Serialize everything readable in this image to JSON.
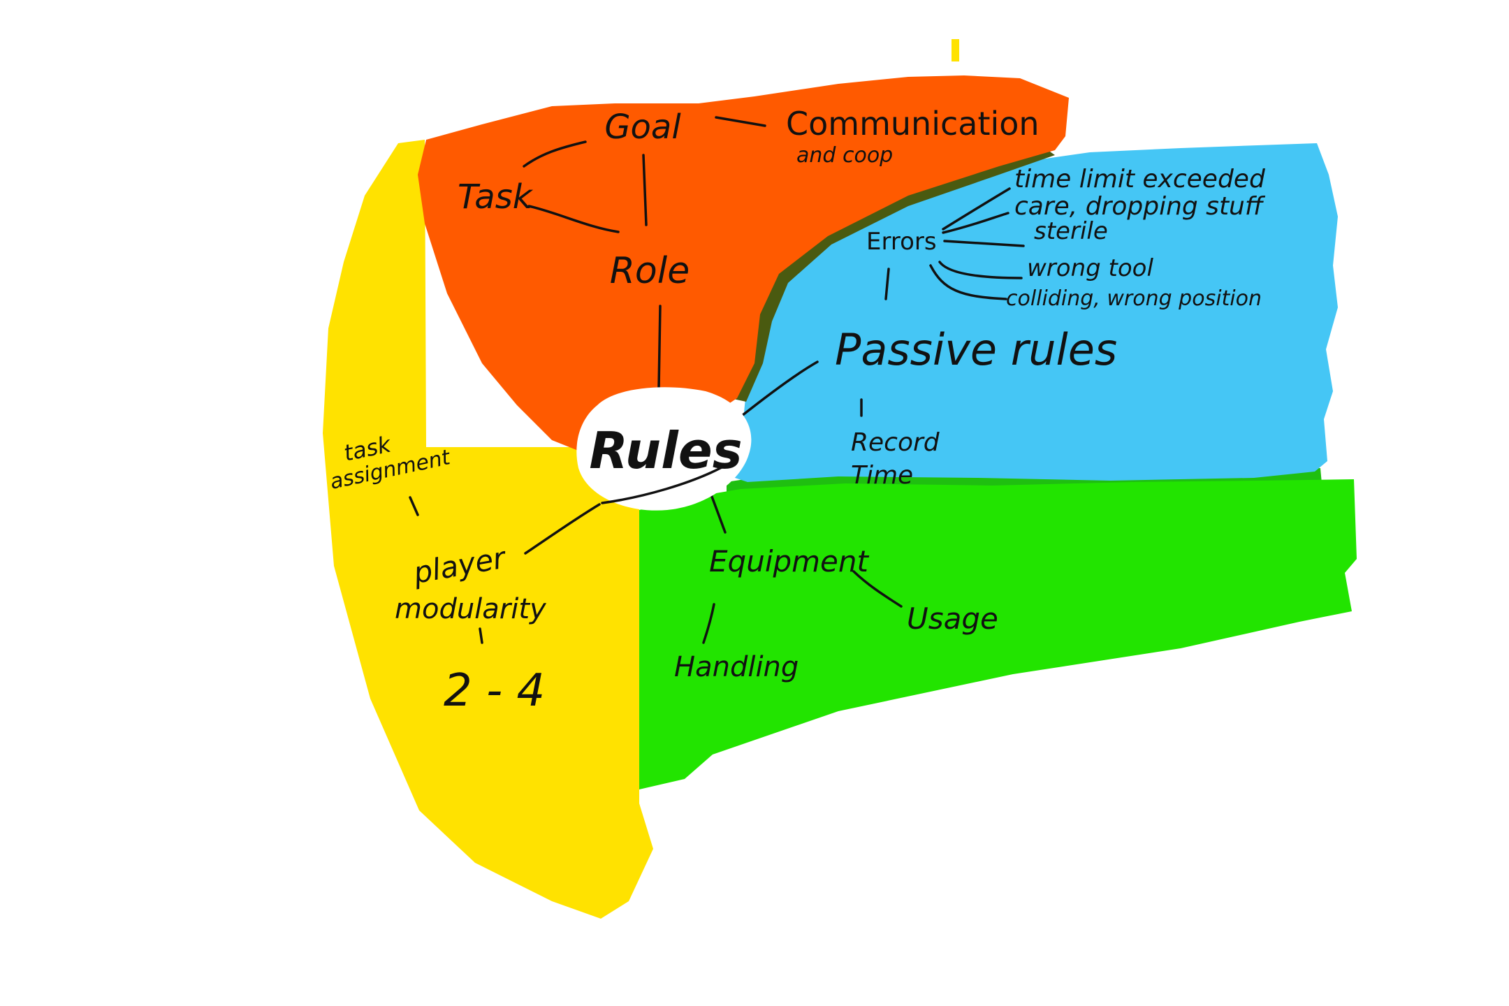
{
  "colors": {
    "background": "#ffffff",
    "red_region": "#ff5a00",
    "red_shadow": "#4a5a10",
    "blue_region": "#45c6f5",
    "green_region": "#22e400",
    "green_shadow": "#1fbf10",
    "yellow_region": "#ffe200",
    "center_node": "#ffffff",
    "ink": "#111111"
  },
  "center": {
    "label": "Rules"
  },
  "red_branch": {
    "goal": "Goal",
    "communication": "Communication",
    "communication_sub": "and coop",
    "task": "Task",
    "role": "Role"
  },
  "blue_branch": {
    "passive_rules": "Passive rules",
    "errors": "Errors",
    "error_items": [
      "time limit exceeded",
      "care, dropping stuff",
      "sterile",
      "wrong tool",
      "colliding, wrong position"
    ],
    "record": "Record",
    "time": "Time"
  },
  "green_branch": {
    "equipment": "Equipment",
    "usage": "Usage",
    "handling": "Handling"
  },
  "yellow_branch": {
    "task_assignment_line1": "task",
    "task_assignment_line2": "assignment",
    "player_modularity_line1": "player",
    "player_modularity_line2": "modularity",
    "players_range": "2 - 4"
  }
}
